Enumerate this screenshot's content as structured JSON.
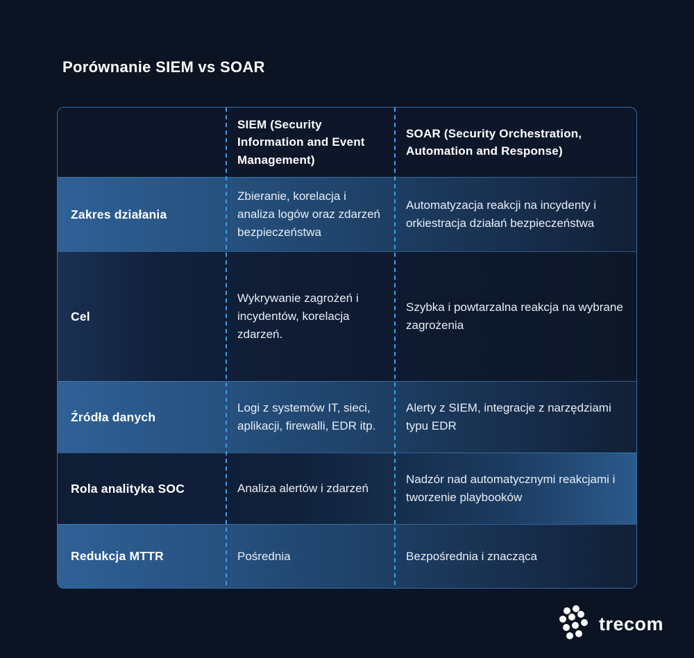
{
  "page": {
    "title": "Porównanie SIEM vs SOAR"
  },
  "table": {
    "columns": [
      {
        "label": ""
      },
      {
        "label": "SIEM (Security Information and Event Management)"
      },
      {
        "label": "SOAR (Security Orchestration, Automation and Response)"
      }
    ],
    "rows": [
      {
        "label": "Zakres działania",
        "siem": "Zbieranie, korelacja i analiza logów oraz zdarzeń bezpieczeństwa",
        "soar": "Automatyzacja reakcji na incydenty i orkiestracja działań bezpieczeństwa"
      },
      {
        "label": "Cel",
        "siem": "Wykrywanie zagrożeń i incydentów, korelacja zdarzeń.",
        "soar": "Szybka i powtarzalna reakcja na wybrane zagrożenia"
      },
      {
        "label": "Źródła danych",
        "siem": "Logi z systemów IT, sieci, aplikacji, firewalli, EDR itp.",
        "soar": "Alerty z SIEM, integracje z narzędziami typu EDR"
      },
      {
        "label": "Rola analityka SOC",
        "siem": "Analiza alertów i zdarzeń",
        "soar": "Nadzór nad automatycznymi reakcjami i tworzenie playbooków"
      },
      {
        "label": "Redukcja MTTR",
        "siem": "Pośrednia",
        "soar": "Bezpośrednia i znacząca"
      }
    ]
  },
  "branding": {
    "logo_text": "trecom"
  },
  "colors": {
    "page-bg": "#0c1322",
    "header-bg": "#0e1729",
    "accent-dashed": "#3f9be2",
    "table-border": "#2e6fae",
    "row-blue-start": "#2f6096",
    "row-blue-end": "#121f36",
    "row-dark-start": "#1a3153",
    "row-dark-end": "#0d1728",
    "row4-end": "#2b5a8c",
    "text": "#e9eef5",
    "text-bold": "#ffffff"
  }
}
